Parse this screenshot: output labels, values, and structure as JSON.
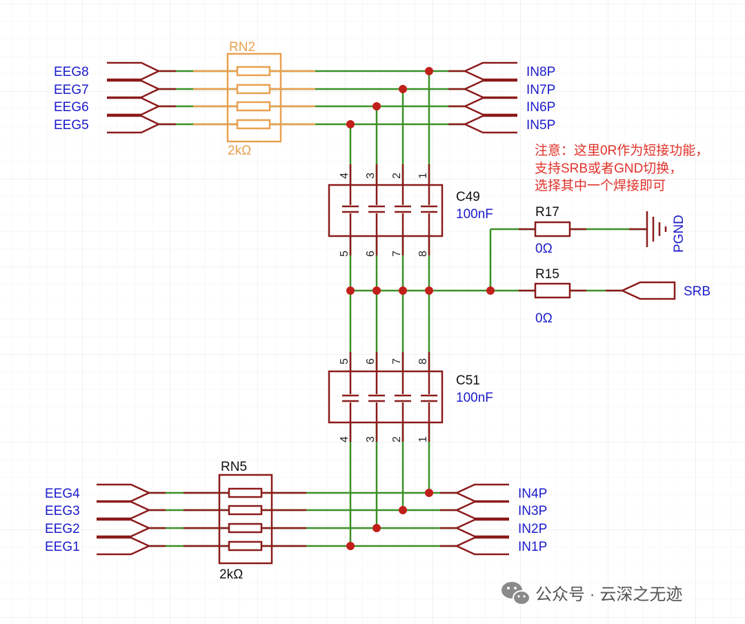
{
  "inputs_top": [
    "EEG8",
    "EEG7",
    "EEG6",
    "EEG5"
  ],
  "outputs_top": [
    "IN8P",
    "IN7P",
    "IN6P",
    "IN5P"
  ],
  "inputs_bottom": [
    "EEG4",
    "EEG3",
    "EEG2",
    "EEG1"
  ],
  "outputs_bottom": [
    "IN4P",
    "IN3P",
    "IN2P",
    "IN1P"
  ],
  "rn2": {
    "name": "RN2",
    "value": "2kΩ"
  },
  "rn5": {
    "name": "RN5",
    "value": "2kΩ"
  },
  "c49": {
    "name": "C49",
    "value": "100nF",
    "top_pins": [
      "4",
      "3",
      "2",
      "1"
    ],
    "bottom_pins": [
      "5",
      "6",
      "7",
      "8"
    ]
  },
  "c51": {
    "name": "C51",
    "value": "100nF",
    "top_pins": [
      "5",
      "6",
      "7",
      "8"
    ],
    "bottom_pins": [
      "4",
      "3",
      "2",
      "1"
    ]
  },
  "r17": {
    "name": "R17",
    "value": "0Ω"
  },
  "r15": {
    "name": "R15",
    "value": "0Ω"
  },
  "pgnd": "PGND",
  "srb": "SRB",
  "note": [
    "注意：这里0R作为短接功能，",
    "支持SRB或者GND切换，",
    "选择其中一个焊接即可"
  ],
  "watermark": "公众号 · 云深之无迹",
  "colors": {
    "wire": "#3a8f25",
    "component": "#8b1a1a",
    "junction": "#c0201a",
    "net_label": "#1a1acb",
    "note": "#e0322a",
    "rn2": "#e9a050",
    "grid": "#e8e8e8"
  }
}
